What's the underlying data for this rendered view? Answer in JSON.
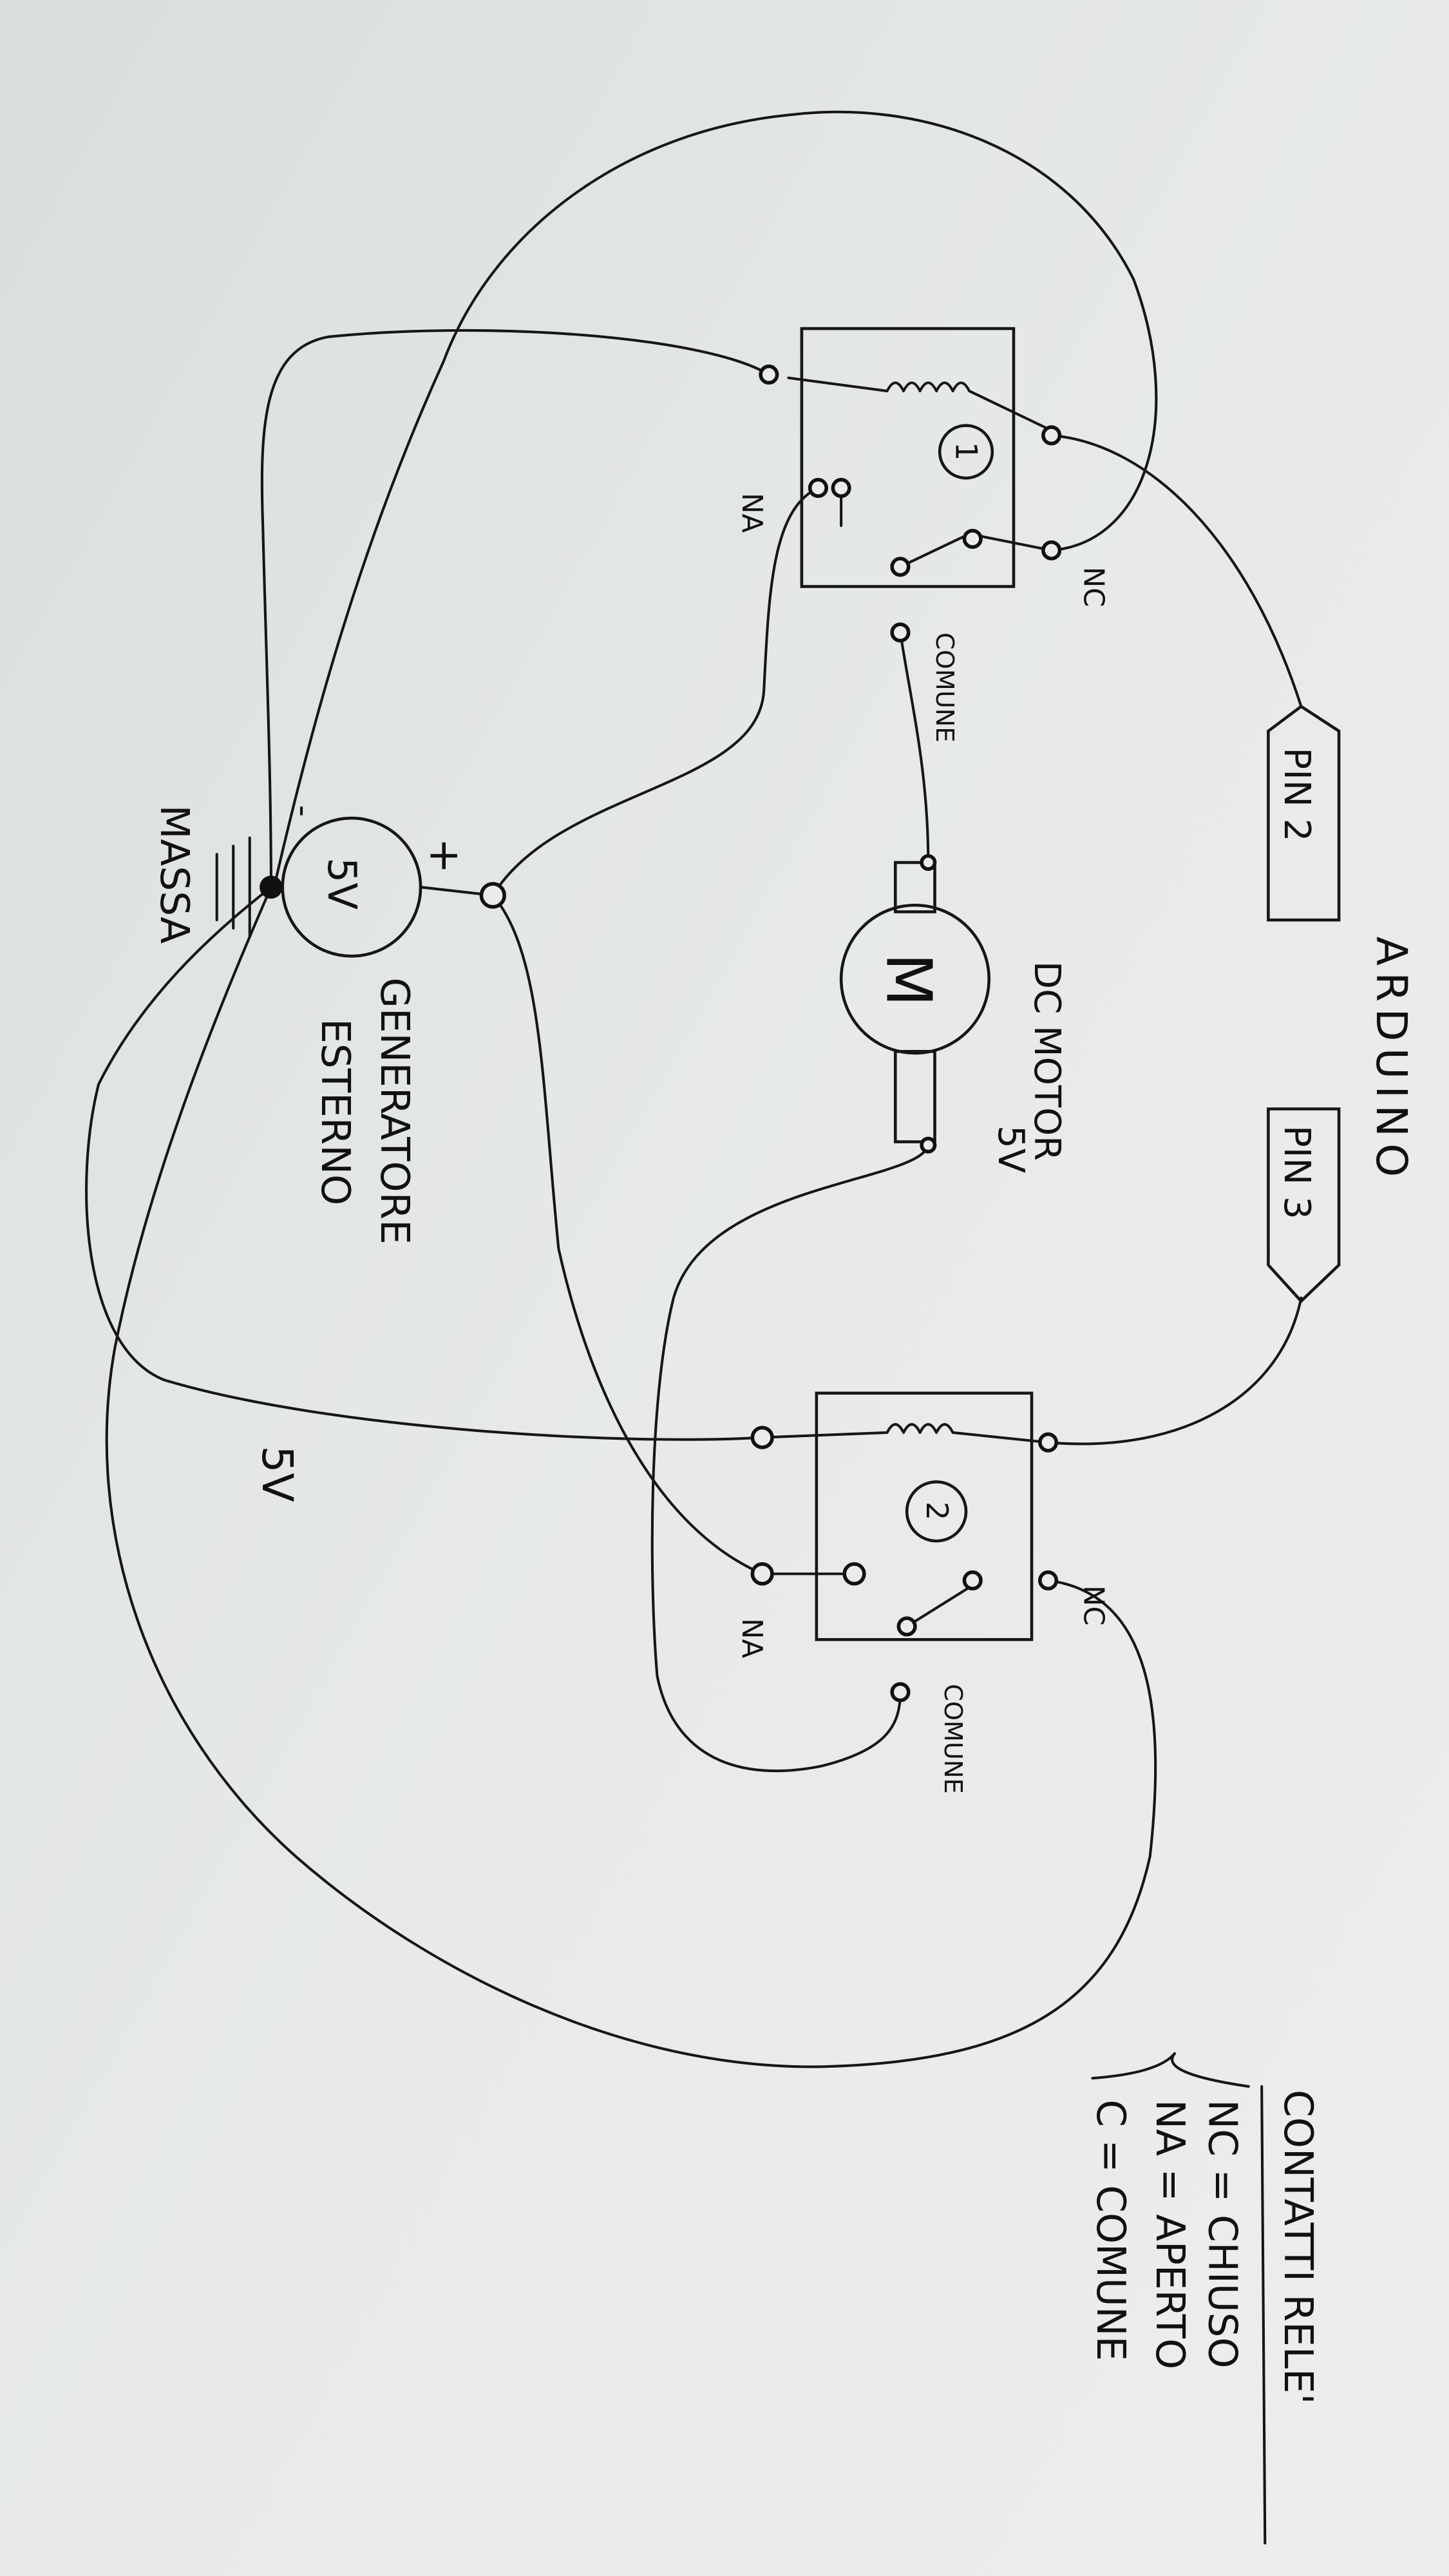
{
  "title": "ARDUINO",
  "arduino_pins": {
    "pin2": "PIN 2",
    "pin3": "PIN 3"
  },
  "motor": {
    "symbol": "M",
    "label": "DC MOTOR",
    "voltage": "5V"
  },
  "relay1": {
    "number": "1",
    "nc": "NC",
    "na": "NA",
    "common": "COMUNE"
  },
  "relay2": {
    "number": "2",
    "nc": "NC",
    "na": "NA",
    "common": "COMUNE"
  },
  "generator": {
    "value": "5V",
    "plus": "+",
    "minus": "-",
    "label_line1": "GENERATORE",
    "label_line2": "ESTERNO",
    "label_line3": "5V"
  },
  "ground": {
    "label": "MASSA"
  },
  "legend": {
    "title": "CONTATTI RELE'",
    "items": [
      "NC = CHIUSO",
      "NA = APERTO",
      "C = COMUNE"
    ]
  },
  "colors": {
    "paper": "#e4e7e6",
    "ink": "#161616"
  }
}
